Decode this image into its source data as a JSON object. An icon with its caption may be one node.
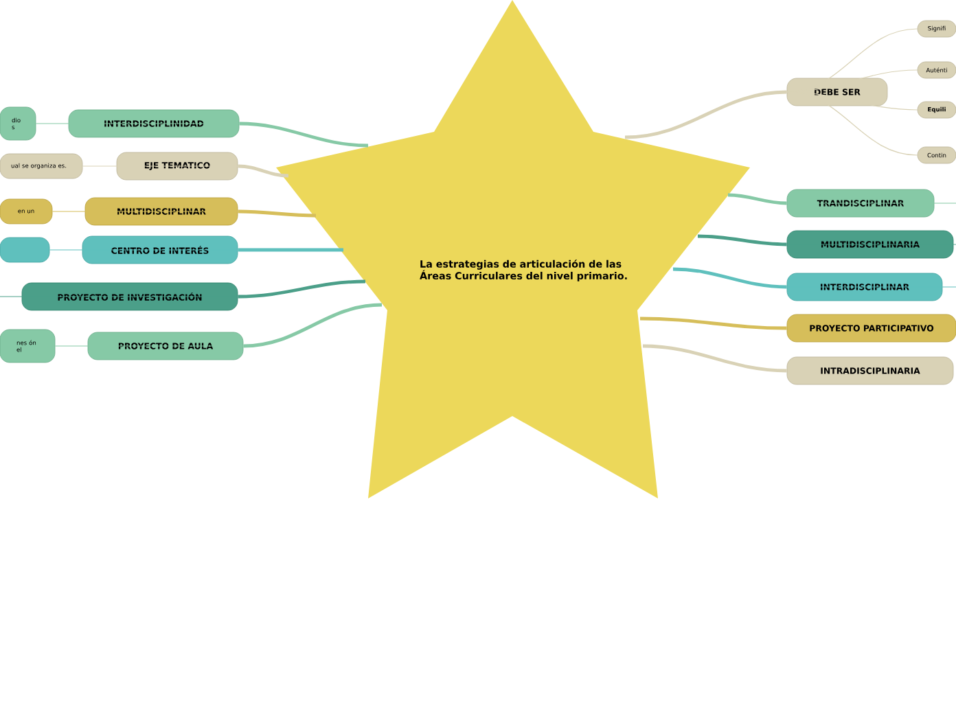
{
  "diagram": {
    "nodes": [
      {
        "text": [
          "La estrategias de articulación de las Áreas Curriculares del nivel primario."
        ]
      },
      {
        "text": [
          "INTERDISCIPLINIDAD"
        ]
      },
      {
        "text": [
          "dio s"
        ]
      },
      {
        "text": [
          "EJE TEMATICO"
        ]
      },
      {
        "text": [
          "ual se organiza es."
        ]
      },
      {
        "text": [
          "MULTIDISCIPLINAR"
        ]
      },
      {
        "text": [
          "en un"
        ]
      },
      {
        "text": [
          "CENTRO DE INTERÉS"
        ]
      },
      {
        "text": [],
        "shape": "box"
      },
      {
        "text": [
          "PROYECTO DE INVESTIGACIÓN"
        ]
      },
      {
        "text": [
          "PROYECTO DE AULA"
        ]
      },
      {
        "text": [
          "nes ón el"
        ]
      },
      {
        "text": [
          "DEBE SER"
        ]
      },
      {
        "text": [
          "Signifi"
        ]
      },
      {
        "text": [
          "Auténti"
        ]
      },
      {
        "text": [
          "Equili"
        ]
      },
      {
        "text": [
          "Contin"
        ]
      },
      {
        "text": [
          "TRANDISCIPLINAR"
        ]
      },
      {
        "text": [
          "MULTIDISCIPLINARIA"
        ]
      },
      {
        "text": [
          "INTERDISCIPLINAR"
        ]
      },
      {
        "text": [
          "PROYECTO PARTICIPATIVO"
        ]
      },
      {
        "text": [
          "INTRADISCIPLINARIA"
        ]
      }
    ],
    "edges": [
      {
        "from": 0,
        "to": 1,
        "arrow": "none",
        "style": "thick",
        "color": "#86c9a6"
      },
      {
        "from": 0,
        "to": 3,
        "arrow": "none",
        "style": "thick",
        "color": "#d9d2b6"
      },
      {
        "from": 0,
        "to": 5,
        "arrow": "none",
        "style": "thick",
        "color": "#d6be5a"
      },
      {
        "from": 0,
        "to": 7,
        "arrow": "none",
        "style": "thick",
        "color": "#5fc0bd"
      },
      {
        "from": 0,
        "to": 9,
        "arrow": "none",
        "style": "thick",
        "color": "#4b9f89"
      },
      {
        "from": 0,
        "to": 10,
        "arrow": "none",
        "style": "thick",
        "color": "#86c9a6"
      },
      {
        "from": 0,
        "to": 12,
        "arrow": "none",
        "style": "thick",
        "color": "#d9d2b6"
      },
      {
        "from": 0,
        "to": 17,
        "arrow": "none",
        "style": "thick",
        "color": "#86c9a6"
      },
      {
        "from": 0,
        "to": 18,
        "arrow": "none",
        "style": "thick",
        "color": "#4b9f89"
      },
      {
        "from": 0,
        "to": 19,
        "arrow": "none",
        "style": "thick",
        "color": "#5fc0bd"
      },
      {
        "from": 0,
        "to": 20,
        "arrow": "none",
        "style": "thick",
        "color": "#d6be5a"
      },
      {
        "from": 0,
        "to": 21,
        "arrow": "none",
        "style": "thick",
        "color": "#d9d2b6"
      },
      {
        "from": 1,
        "to": 2,
        "arrow": "none",
        "color": "#86c9a6"
      },
      {
        "from": 3,
        "to": 4,
        "arrow": "none",
        "color": "#d9d2b6"
      },
      {
        "from": 5,
        "to": 6,
        "arrow": "none",
        "color": "#d6be5a"
      },
      {
        "from": 7,
        "to": 8,
        "arrow": "none",
        "color": "#5fc0bd"
      },
      {
        "from": null,
        "to": 9,
        "arrow": "none",
        "color": "#4b9f89"
      },
      {
        "from": 10,
        "to": 11,
        "arrow": "none",
        "color": "#86c9a6"
      },
      {
        "from": 12,
        "to": 13,
        "arrow": "none",
        "color": "#d9d2b6"
      },
      {
        "from": 12,
        "to": 14,
        "arrow": "none",
        "color": "#d9d2b6"
      },
      {
        "from": 12,
        "to": 15,
        "arrow": "none",
        "color": "#d9d2b6"
      },
      {
        "from": 12,
        "to": 16,
        "arrow": "none",
        "color": "#d9d2b6"
      },
      {
        "from": 17,
        "to": null,
        "arrow": "none",
        "color": "#86c9a6"
      },
      {
        "from": 18,
        "to": null,
        "arrow": "none",
        "color": "#4b9f89"
      },
      {
        "from": 19,
        "to": null,
        "arrow": "none",
        "color": "#5fc0bd"
      }
    ]
  }
}
